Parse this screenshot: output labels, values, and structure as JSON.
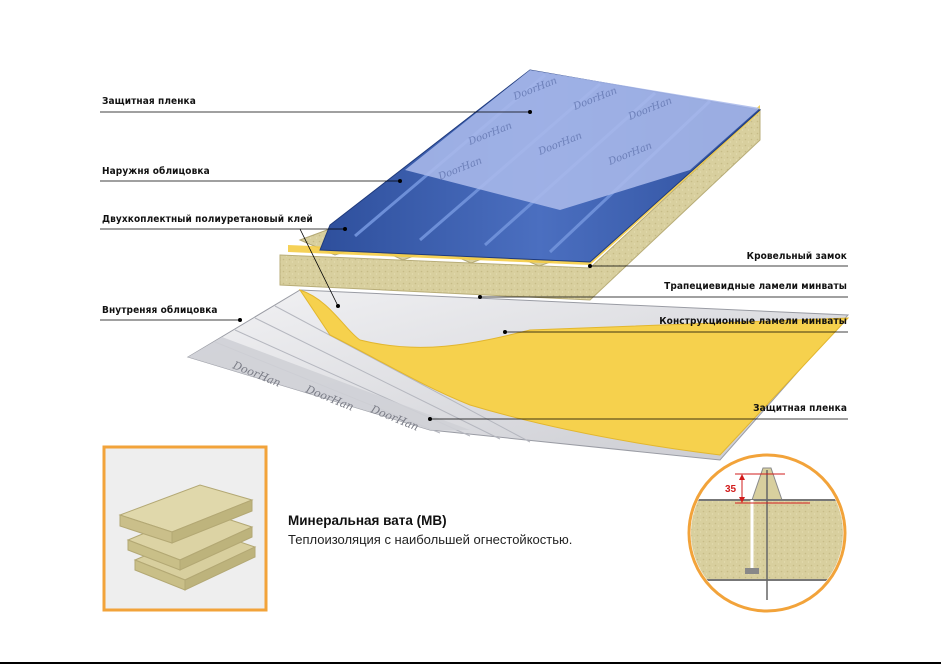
{
  "labels": {
    "left": [
      "Защитная пленка",
      "Наружня облицовка",
      "Двухкоплектный полиуретановый клей",
      "Внутреняя облицовка"
    ],
    "right": [
      "Кровельный замок",
      "Трапециевидные ламели минваты",
      "Конструкционные ламели минваты",
      "Защитная пленка"
    ]
  },
  "info": {
    "title": "Минеральная вата (МВ)",
    "subtitle": "Теплоизоляция с наибольшей огнестойкостью."
  },
  "detail": {
    "dimension": "35"
  },
  "brand_mark": "DoorHan",
  "colors": {
    "outer_steel": "#3a5fb0",
    "protective_film": "#a9b8e8",
    "mineral_wool": "#d9cf9c",
    "adhesive": "#f7d24e",
    "inner_steel": "#e8e8ea",
    "frame_orange": "#f2a33a",
    "dimension_red": "#d21c1c",
    "leader_line": "#000000"
  }
}
